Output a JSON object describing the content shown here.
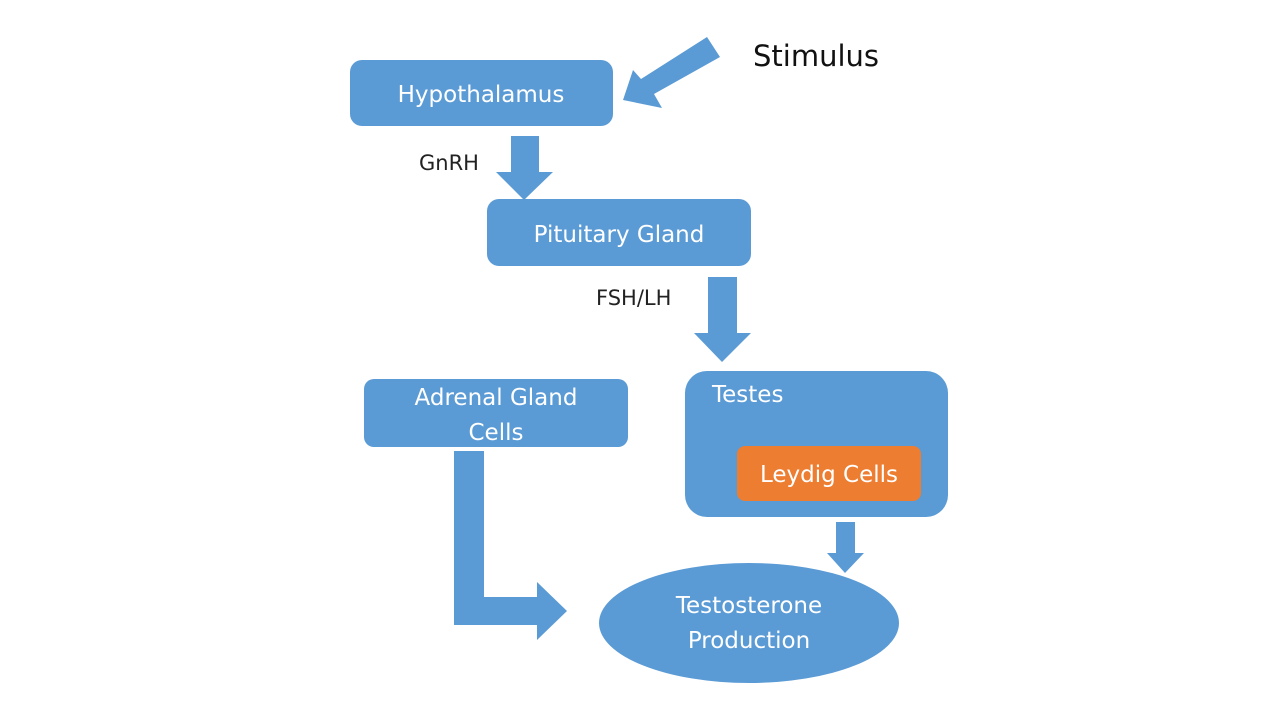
{
  "diagram": {
    "type": "flowchart",
    "theme": {
      "node_color": "#5b9bd5",
      "highlight_color": "#ed7d31",
      "text_on_node": "#ffffff"
    },
    "stimulus": "Stimulus",
    "nodes": {
      "hypothalamus": "Hypothalamus",
      "pituitary": "Pituitary Gland",
      "adrenal_line1": "Adrenal Gland",
      "adrenal_line2": "Cells",
      "testes": "Testes",
      "leydig": "Leydig Cells",
      "testosterone_line1": "Testosterone",
      "testosterone_line2": "Production"
    },
    "edge_labels": {
      "gnrh": "GnRH",
      "fsh_lh": "FSH/LH"
    },
    "edges": [
      {
        "from": "Stimulus",
        "to": "Hypothalamus"
      },
      {
        "from": "Hypothalamus",
        "to": "Pituitary Gland",
        "label": "GnRH"
      },
      {
        "from": "Pituitary Gland",
        "to": "Testes",
        "label": "FSH/LH"
      },
      {
        "from": "Leydig Cells",
        "to": "Testosterone Production"
      },
      {
        "from": "Adrenal Gland Cells",
        "to": "Testosterone Production"
      }
    ]
  }
}
